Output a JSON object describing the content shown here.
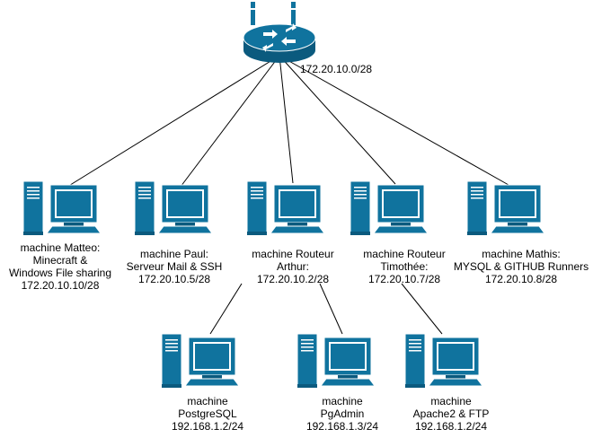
{
  "colors": {
    "device": "#10739E",
    "device_dark": "#0B5A7E",
    "device_light": "#2A8FBE",
    "screen": "#10739E",
    "frame": "#ffffff",
    "line": "#000000"
  },
  "router": {
    "name": "router",
    "network_label": "172.20.10.0/28",
    "icon": "router-icon"
  },
  "machines": [
    {
      "id": "matteo",
      "icon": "desktop-computer-icon",
      "lines": [
        "machine Matteo:",
        "Minecraft &",
        "Windows File sharing",
        "172.20.10.10/28"
      ]
    },
    {
      "id": "paul",
      "icon": "desktop-computer-icon",
      "lines": [
        "machine Paul:",
        "Serveur Mail & SSH",
        "172.20.10.5/28"
      ]
    },
    {
      "id": "routeur-arthur",
      "icon": "desktop-computer-icon",
      "lines": [
        "machine Routeur",
        "Arthur:",
        "172.20.10.2/28"
      ]
    },
    {
      "id": "routeur-timothee",
      "icon": "desktop-computer-icon",
      "lines": [
        "machine Routeur",
        "Timothée:",
        "172.20.10.7/28"
      ]
    },
    {
      "id": "mathis",
      "icon": "desktop-computer-icon",
      "lines": [
        "machine Mathis:",
        "MYSQL & GITHUB Runners",
        "172.20.10.8/28"
      ]
    },
    {
      "id": "postgresql",
      "icon": "desktop-computer-icon",
      "lines": [
        "machine",
        "PostgreSQL",
        "192.168.1.2/24"
      ]
    },
    {
      "id": "pgadmin",
      "icon": "desktop-computer-icon",
      "lines": [
        "machine",
        "PgAdmin",
        "192.168.1.3/24"
      ]
    },
    {
      "id": "apache-ftp",
      "icon": "desktop-computer-icon",
      "lines": [
        "machine",
        "Apache2 & FTP",
        "192.168.1.2/24"
      ]
    }
  ],
  "links": [
    [
      "router",
      "matteo"
    ],
    [
      "router",
      "paul"
    ],
    [
      "router",
      "routeur-arthur"
    ],
    [
      "router",
      "routeur-timothee"
    ],
    [
      "router",
      "mathis"
    ],
    [
      "routeur-arthur",
      "postgresql"
    ],
    [
      "routeur-arthur",
      "pgadmin"
    ],
    [
      "routeur-timothee",
      "apache-ftp"
    ]
  ]
}
